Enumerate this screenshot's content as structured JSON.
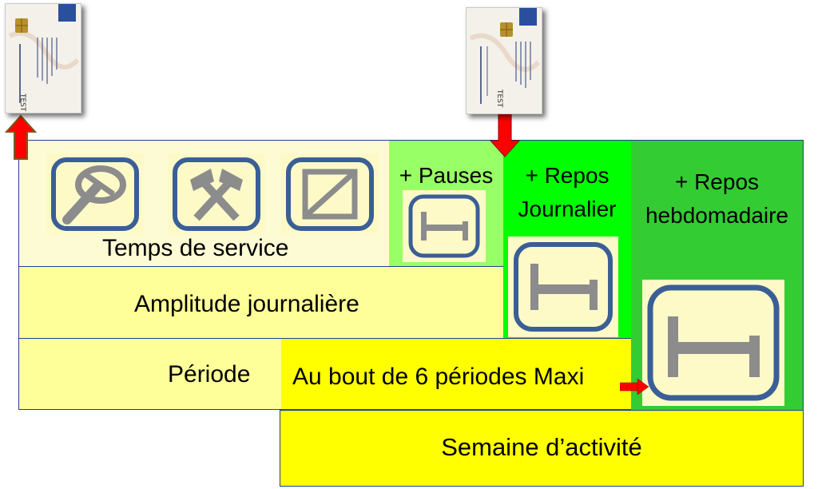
{
  "colors": {
    "service_bg": "#fdfbd3",
    "pale_yellow": "#ffff99",
    "bright_yellow": "#ffff00",
    "pauses_green": "#99ff66",
    "repos_j_green": "#00ff00",
    "repos_h_green": "#33cc33",
    "border_blue": "#1f3f9f",
    "icon_frame": "#3a5f96",
    "icon_fill": "#8c8c8c",
    "arrow_red": "#ff0000"
  },
  "diagram": {
    "temps_de_service": "Temps de service",
    "pauses": "+ Pauses",
    "repos_journalier": [
      "+ Repos",
      "Journalier"
    ],
    "repos_hebdomadaire": [
      "+ Repos",
      "hebdomadaire"
    ],
    "amplitude": "Amplitude journalière",
    "periode": "Période",
    "bout_periodes": "Au bout de 6 périodes Maxi",
    "semaine": "Semaine d’activité"
  },
  "cards": [
    {
      "name": "TEST"
    },
    {
      "name": "TEST"
    }
  ],
  "icons": [
    "steering-wheel-icon",
    "crossed-hammers-icon",
    "availability-icon",
    "bed-icon"
  ]
}
